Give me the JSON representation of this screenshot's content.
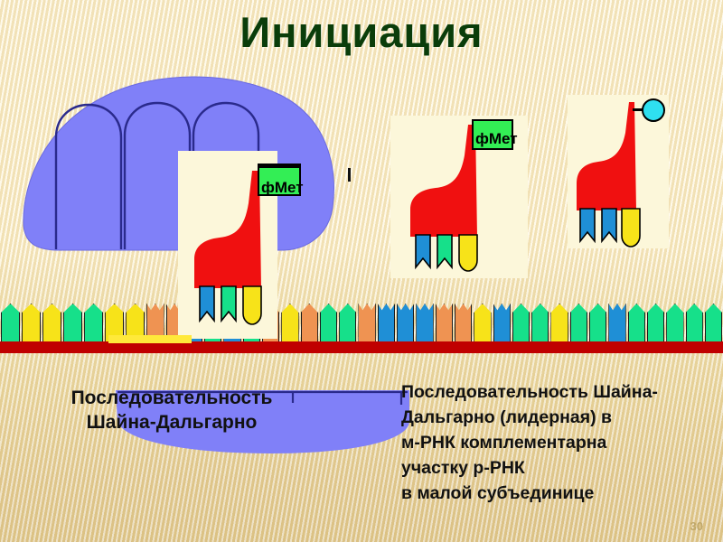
{
  "slide": {
    "title": "Инициация",
    "page_number": "30",
    "title_color": "#0a3d0a",
    "background_color": "#f6e9c0"
  },
  "captions": {
    "left": [
      "Последовательность",
      "Шайна-Дальгарно"
    ],
    "right": [
      "Последовательность Шайна-",
      "Дальгарно (лидерная) в",
      "м-РНК комплементарна",
      "участку р-РНК",
      " в малой субъединице"
    ]
  },
  "ribosome": {
    "large_subunit_color": "#8080f8",
    "large_subunit_outline": "#2a2a8c",
    "small_subunit_color": "#8080f8",
    "small_subunit_outline": "#2a2a8c"
  },
  "mrna": {
    "backbone_color": "#c00000",
    "sd_highlight_color": "#ffe93a",
    "colors": {
      "green": "#16e08a",
      "yellow": "#f7e319",
      "orange": "#ef9352",
      "blue": "#1f8fd6"
    },
    "blocks": [
      {
        "color": "green",
        "shape": "point",
        "width": 24
      },
      {
        "color": "yellow",
        "shape": "point",
        "width": 24
      },
      {
        "color": "yellow",
        "shape": "point",
        "width": 24
      },
      {
        "color": "green",
        "shape": "point",
        "width": 24
      },
      {
        "color": "green",
        "shape": "point",
        "width": 24
      },
      {
        "color": "yellow",
        "shape": "point",
        "width": 24
      },
      {
        "color": "yellow",
        "shape": "point",
        "width": 24
      },
      {
        "color": "orange",
        "shape": "notch",
        "width": 22
      },
      {
        "color": "orange",
        "shape": "notch",
        "width": 22
      },
      {
        "color": "blue",
        "shape": "point",
        "width": 22
      },
      {
        "color": "green",
        "shape": "point",
        "width": 22
      },
      {
        "color": "blue",
        "shape": "point",
        "width": 22
      },
      {
        "color": "green",
        "shape": "point",
        "width": 22
      },
      {
        "color": "orange",
        "shape": "point",
        "width": 22
      },
      {
        "color": "yellow",
        "shape": "point",
        "width": 22
      },
      {
        "color": "orange",
        "shape": "point",
        "width": 22
      },
      {
        "color": "green",
        "shape": "point",
        "width": 22
      },
      {
        "color": "green",
        "shape": "point",
        "width": 22
      },
      {
        "color": "orange",
        "shape": "notch",
        "width": 22
      },
      {
        "color": "blue",
        "shape": "notch",
        "width": 22
      },
      {
        "color": "blue",
        "shape": "notch",
        "width": 22
      },
      {
        "color": "blue",
        "shape": "notch",
        "width": 22
      },
      {
        "color": "orange",
        "shape": "notch",
        "width": 22
      },
      {
        "color": "orange",
        "shape": "notch",
        "width": 22
      },
      {
        "color": "yellow",
        "shape": "point",
        "width": 22
      },
      {
        "color": "blue",
        "shape": "notch",
        "width": 22
      },
      {
        "color": "green",
        "shape": "point",
        "width": 22
      },
      {
        "color": "green",
        "shape": "point",
        "width": 22
      },
      {
        "color": "yellow",
        "shape": "point",
        "width": 22
      },
      {
        "color": "green",
        "shape": "point",
        "width": 22
      },
      {
        "color": "green",
        "shape": "point",
        "width": 22
      },
      {
        "color": "blue",
        "shape": "notch",
        "width": 22
      },
      {
        "color": "green",
        "shape": "point",
        "width": 22
      },
      {
        "color": "green",
        "shape": "point",
        "width": 22
      },
      {
        "color": "green",
        "shape": "point",
        "width": 22
      },
      {
        "color": "green",
        "shape": "point",
        "width": 22
      },
      {
        "color": "green",
        "shape": "point",
        "width": 22
      }
    ]
  },
  "trna_panels": [
    {
      "id": "panel-1",
      "body_color": "#f01010",
      "label": "фМет",
      "label_type": "box",
      "label_color": "#33ee55",
      "prongs": [
        {
          "color": "#1f8fd6"
        },
        {
          "color": "#16e08a"
        },
        {
          "color": "#f7e319"
        }
      ]
    },
    {
      "id": "panel-2",
      "body_color": "#f01010",
      "label": "фМет",
      "label_type": "box",
      "label_color": "#33ee55",
      "prongs": [
        {
          "color": "#1f8fd6"
        },
        {
          "color": "#16e08a"
        },
        {
          "color": "#f7e319"
        }
      ]
    },
    {
      "id": "panel-3",
      "body_color": "#f01010",
      "label": "",
      "label_type": "circle",
      "label_color": "#2fe0f0",
      "prongs": [
        {
          "color": "#1f8fd6"
        },
        {
          "color": "#1f8fd6"
        },
        {
          "color": "#f7e319"
        }
      ]
    }
  ]
}
